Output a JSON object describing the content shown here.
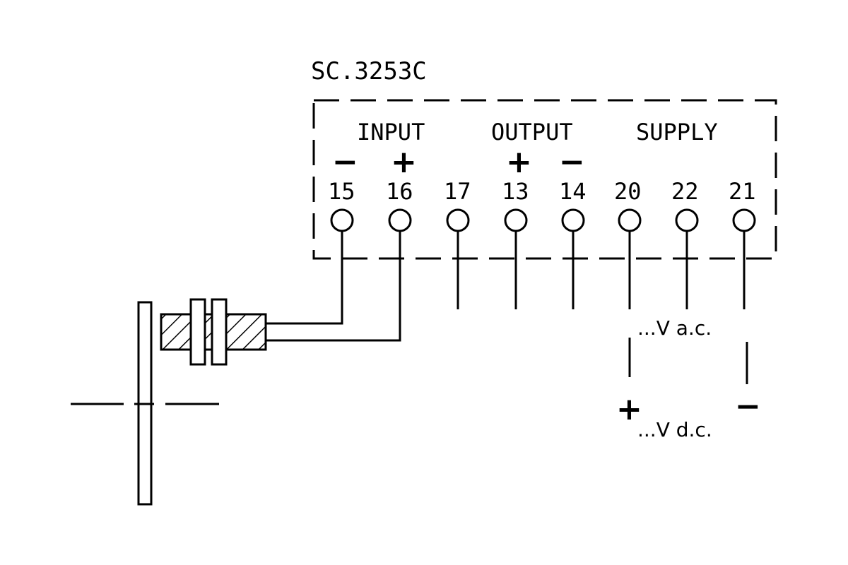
{
  "model": "SC.3253C",
  "groups": {
    "input": "INPUT",
    "output": "OUTPUT",
    "supply": "SUPPLY"
  },
  "polarity": {
    "input_neg": "−",
    "input_pos": "+",
    "output_pos": "+",
    "output_neg": "−"
  },
  "terminals": [
    "15",
    "16",
    "17",
    "13",
    "14",
    "20",
    "22",
    "21"
  ],
  "supply": {
    "ac_label": "...V a.c.",
    "dc_label": "...V d.c.",
    "dc_pos": "+",
    "dc_neg": "−"
  },
  "colors": {
    "ink": "#000000",
    "paper": "#ffffff"
  }
}
